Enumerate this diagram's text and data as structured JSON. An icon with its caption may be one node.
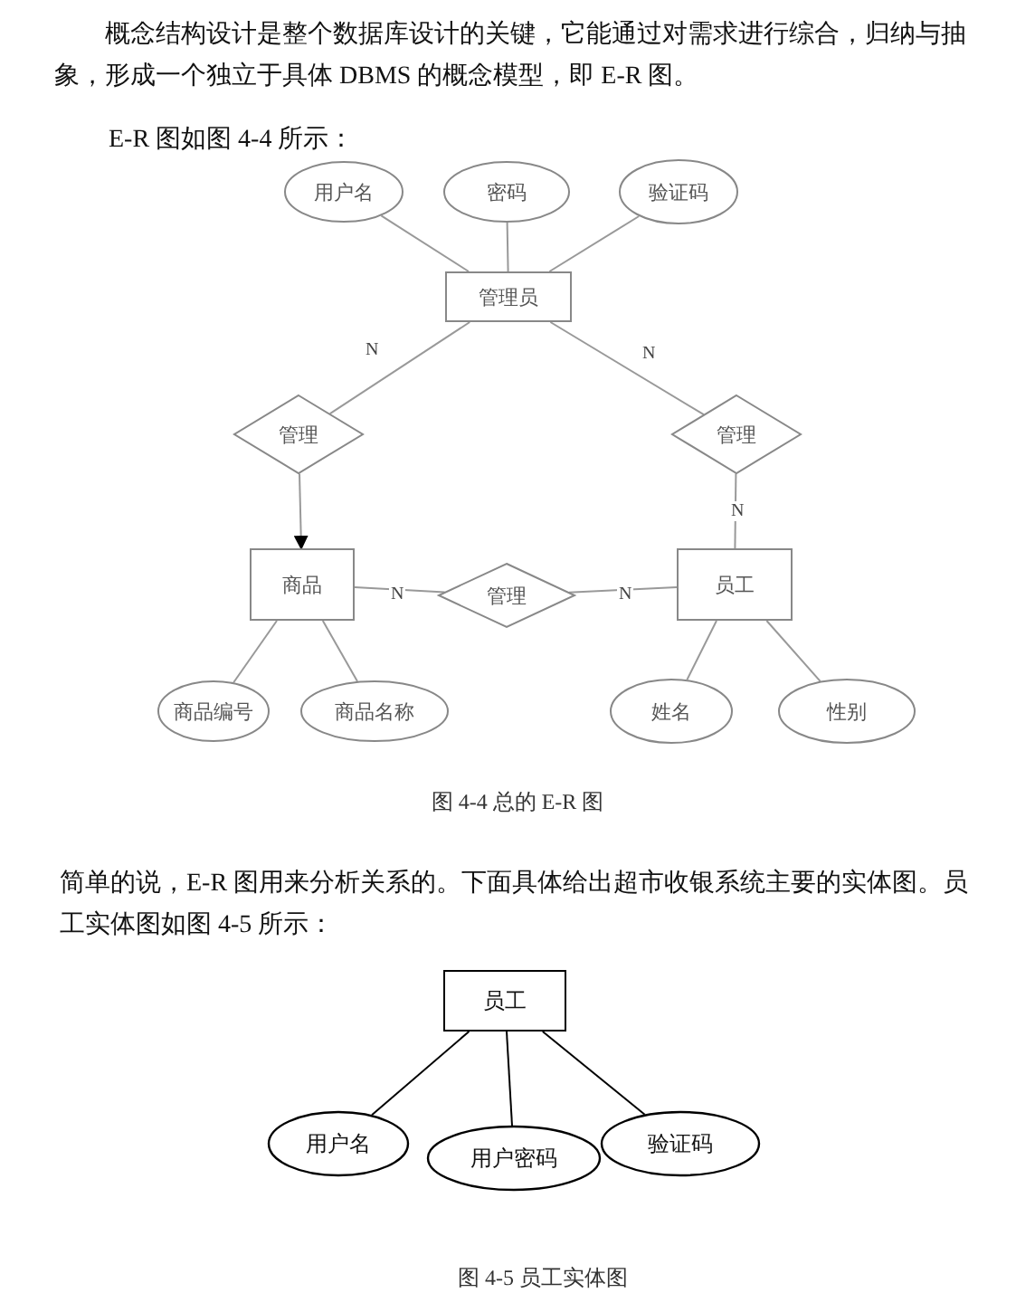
{
  "diagram": {
    "nodes": [
      {
        "text": [
          "用户名"
        ]
      },
      {
        "text": [
          "密码"
        ]
      },
      {
        "text": [
          "验证码"
        ]
      },
      {
        "text": [
          "管理员"
        ]
      },
      {
        "text": [
          "管理"
        ]
      },
      {
        "text": [
          "管理"
        ]
      },
      {
        "text": [
          "商品"
        ]
      },
      {
        "text": [
          "管理"
        ]
      },
      {
        "text": [
          "员工"
        ]
      },
      {
        "text": [
          "商品编号"
        ]
      },
      {
        "text": [
          "商品名称"
        ]
      },
      {
        "text": [
          "姓名"
        ]
      },
      {
        "text": [
          "性别"
        ]
      },
      {
        "text": [
          "员工"
        ]
      },
      {
        "text": [
          "用户名"
        ]
      },
      {
        "text": [
          "用户密码"
        ]
      },
      {
        "text": [
          "验证码"
        ]
      }
    ],
    "edges": [
      {
        "from": 0,
        "to": 3,
        "arrow": "none"
      },
      {
        "from": 1,
        "to": 3,
        "arrow": "none"
      },
      {
        "from": 2,
        "to": 3,
        "arrow": "none"
      },
      {
        "from": 3,
        "to": 4,
        "arrow": "none",
        "label": "N"
      },
      {
        "from": 3,
        "to": 5,
        "arrow": "none",
        "label": "N"
      },
      {
        "from": 4,
        "to": 6,
        "arrow": "to"
      },
      {
        "from": 5,
        "to": 8,
        "arrow": "none",
        "label": "N"
      },
      {
        "from": 6,
        "to": 7,
        "arrow": "none",
        "label": "N"
      },
      {
        "from": 7,
        "to": 8,
        "arrow": "none",
        "label": "N"
      },
      {
        "from": 6,
        "to": 9,
        "arrow": "none"
      },
      {
        "from": 6,
        "to": 10,
        "arrow": "none"
      },
      {
        "from": 8,
        "to": 11,
        "arrow": "none"
      },
      {
        "from": 8,
        "to": 12,
        "arrow": "none"
      },
      {
        "from": 13,
        "to": 14,
        "arrow": "none",
        "color": "#000000"
      },
      {
        "from": 13,
        "to": 15,
        "arrow": "none",
        "color": "#000000"
      },
      {
        "from": 13,
        "to": 16,
        "arrow": "none",
        "color": "#000000"
      }
    ],
    "labels": [
      "概念结构设计是整个数据库设计的关键，它能通过对需求进行综合，归纳与抽象，形成一个独立于具体 DBMS 的概念模型，即 E-R 图。",
      "E-R 图如图 4-4 所示：",
      "图 4-4 总的 E-R 图",
      "简单的说，E-R 图用来分析关系的。下面具体给出超市收银系统主要的实体图。员工实体图如图 4-5 所示：",
      "图 4-5 员工实体图"
    ]
  }
}
